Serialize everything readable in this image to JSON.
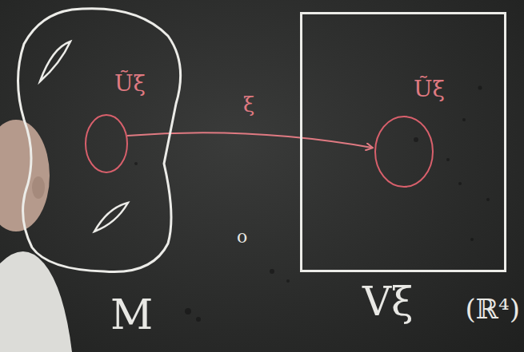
{
  "diagram": {
    "nodes": [
      {
        "text": [
          "M"
        ]
      },
      {
        "text": [
          "Ũξ"
        ],
        "in": 0
      },
      {
        "text": [
          "Vξ"
        ]
      },
      {
        "text": [
          "Ũξ"
        ],
        "in": 2
      }
    ],
    "edges": [
      {
        "from": 1,
        "to": 3,
        "label": "ξ",
        "arrow": "to"
      }
    ],
    "labels": [
      "o",
      "(ℝ⁴)"
    ]
  }
}
